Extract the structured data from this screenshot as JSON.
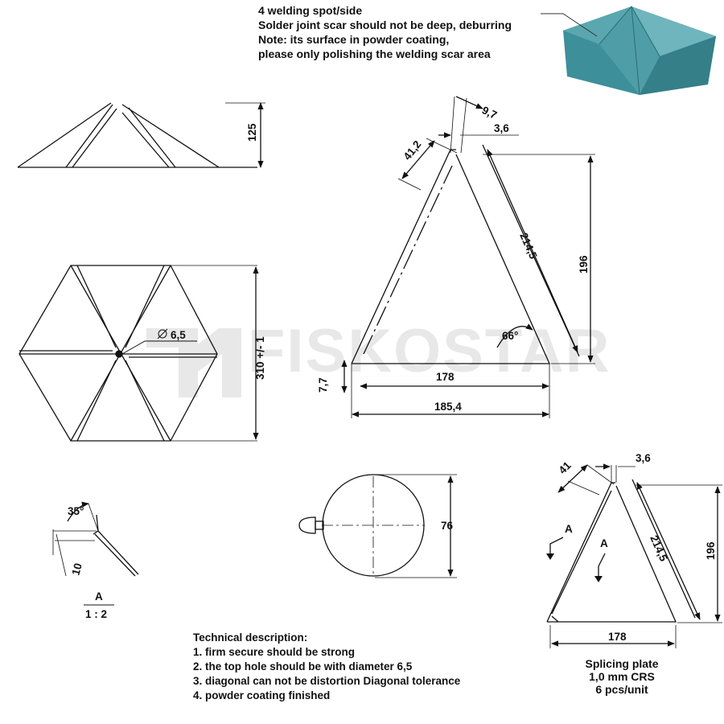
{
  "top_note": [
    "4 welding spot/side",
    "Solder joint scar should not be deep, deburring",
    "Note: its surface in powder coating,",
    "please only polishing the welding scar area"
  ],
  "watermark": "FISKOSTAR",
  "dimensions": {
    "side_height": "125",
    "hex_width": "310 +/- 1",
    "hole_dia": "6,5",
    "tri_top_41": "41,2",
    "tri_top_97": "9,7",
    "tri_top_36": "3,6",
    "tri_side": "214,5",
    "tri_height": "196",
    "tri_angle": "66°",
    "tri_base": "178",
    "tri_offset": "7,7",
    "tri_overall": "185,4",
    "detail_angle": "35°",
    "detail_flange": "10",
    "circle_dia": "76",
    "splice_41": "41",
    "splice_36": "3,6",
    "splice_side": "214,5",
    "splice_height": "196",
    "splice_base": "178"
  },
  "section_label": "A",
  "section_scale": "1 : 2",
  "arrow_label_1": "A",
  "arrow_label_2": "A",
  "tech": {
    "title": "Technical description:",
    "items": [
      "1. firm secure should be strong",
      "2. the top hole should be with diameter 6,5",
      "3. diagonal can not be distortion Diagonal tolerance",
      "4. powder coating finished"
    ]
  },
  "splice_note": [
    "Splicing plate",
    "1,0 mm CRS",
    "6 pcs/unit"
  ],
  "colors": {
    "ink": "#111111",
    "render": "#3d8f9a",
    "render_light": "#6fb5bd",
    "watermark": "#d9d9d9"
  }
}
